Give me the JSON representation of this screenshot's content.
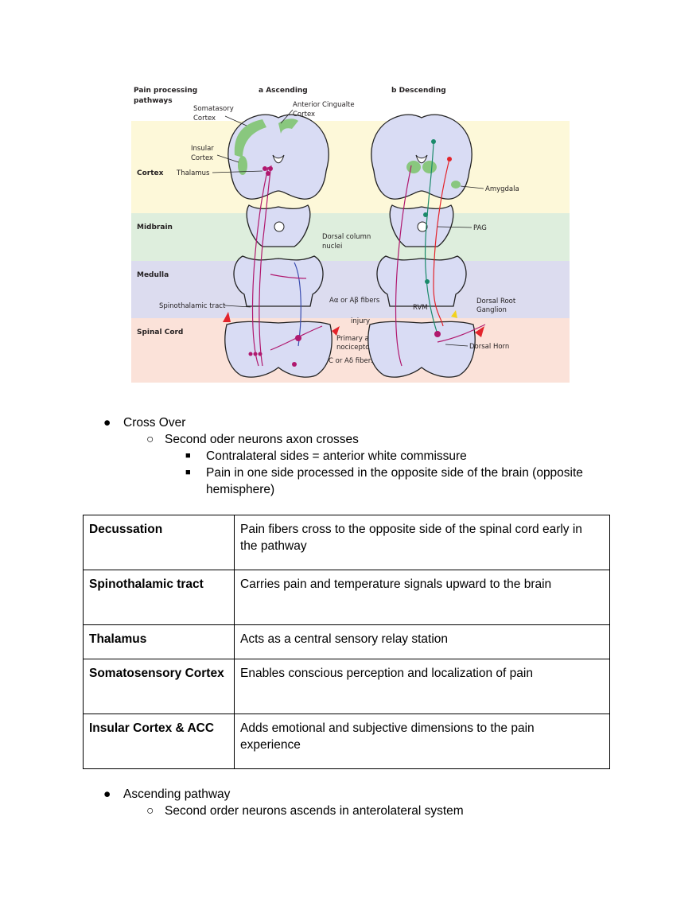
{
  "figure": {
    "header": {
      "title": "Pain processing pathways",
      "panel_a": "a  Ascending",
      "panel_b": "b  Descending"
    },
    "bands": {
      "cortex": "Cortex",
      "midbrain": "Midbrain",
      "medulla": "Medulla",
      "spinal_cord": "Spinal Cord"
    },
    "bands_colors": {
      "cortex": "#fdf8d9",
      "midbrain": "#deeedd",
      "medulla": "#dcdcef",
      "spinal_cord": "#fbe2d9"
    },
    "labels_a": {
      "somatosensory": "Somatasory Cortex",
      "anterior_cingulate": "Anterior Cingualte Cortex",
      "insular": "Insular Cortex",
      "thalamus": "Thalamus",
      "dorsal_column": "Dorsal column nuclei",
      "spinothalamic": "Spinothalamic tract",
      "a_fibers": "Aα or Aβ fibers",
      "injury": "injury",
      "primary_afferent": "Primary afferent nociceptors",
      "c_fibers": "C or Aδ fibers"
    },
    "labels_b": {
      "amygdala": "Amygdala",
      "pag": "PAG",
      "rvm": "RVM",
      "drg": "Dorsal Root Ganglion",
      "dorsal_horn": "Dorsal Horn"
    }
  },
  "cross_over": {
    "bullet": "Cross Over",
    "sub": "Second oder neurons axon crosses",
    "subsub": [
      "Contralateral sides = anterior white commissure",
      "Pain in one side processed in the opposite side of the brain (opposite",
      "hemisphere)"
    ]
  },
  "table": {
    "rows": [
      {
        "term": "Decussation",
        "desc_lines": [
          "Pain fibers cross to the opposite side of the spinal cord early in",
          "the pathway"
        ]
      },
      {
        "term": "Spinothalamic tract",
        "desc_lines": [
          "Carries pain and temperature signals upward to the brain"
        ]
      },
      {
        "term": "Thalamus",
        "desc_lines": [
          "Acts as a central sensory relay station"
        ]
      },
      {
        "term": "Somatosensory Cortex",
        "desc_lines": [
          "Enables conscious perception and localization of pain"
        ]
      },
      {
        "term": "Insular Cortex & ACC",
        "desc_lines": [
          "Adds emotional and subjective dimensions to the pain",
          "experience"
        ]
      }
    ]
  },
  "ascending": {
    "bullet": "Ascending pathway",
    "sub": "Second order neurons ascends in anterolateral system"
  }
}
